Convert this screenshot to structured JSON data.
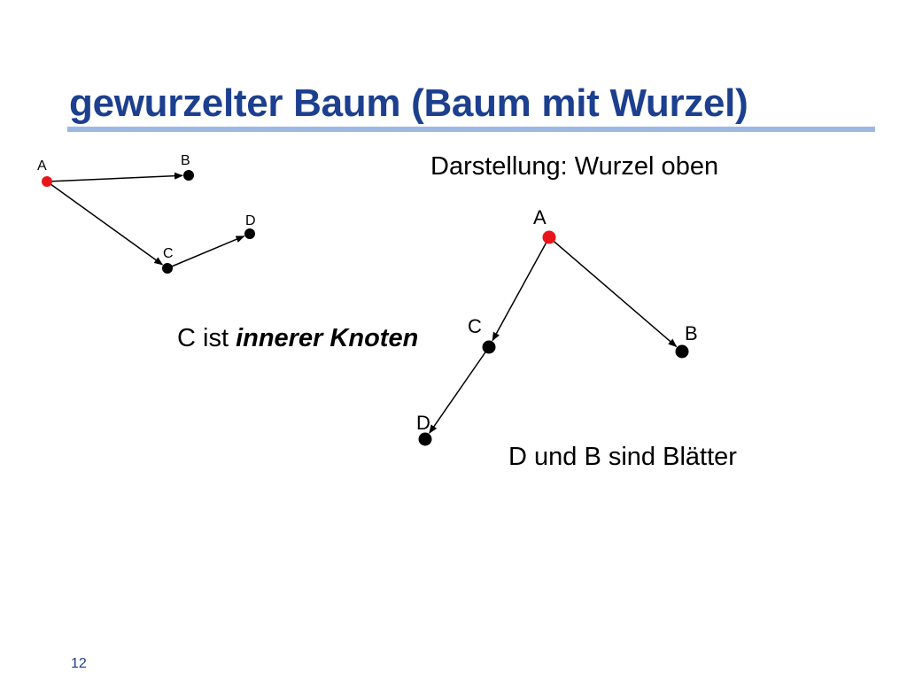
{
  "slide": {
    "title": "gewurzelter Baum (Baum mit Wurzel)",
    "page_number": "12"
  },
  "captions": {
    "representation": "Darstellung: Wurzel oben",
    "inner_prefix": "C ist ",
    "inner_emphasis": "innerer Knoten",
    "leaves": "D und B sind Blätter"
  },
  "colors": {
    "title": "#1c3f8f",
    "rule": "#9cb9e3",
    "root_node": "#e8161b",
    "node": "#000000"
  },
  "diagrams": {
    "unordered": {
      "nodes": [
        {
          "id": "A",
          "label": "A",
          "root": true
        },
        {
          "id": "B",
          "label": "B",
          "root": false
        },
        {
          "id": "C",
          "label": "C",
          "root": false
        },
        {
          "id": "D",
          "label": "D",
          "root": false
        }
      ],
      "edges": [
        {
          "from": "A",
          "to": "B"
        },
        {
          "from": "A",
          "to": "C"
        },
        {
          "from": "C",
          "to": "D"
        }
      ]
    },
    "rooted": {
      "nodes": [
        {
          "id": "A",
          "label": "A",
          "root": true
        },
        {
          "id": "C",
          "label": "C",
          "root": false
        },
        {
          "id": "B",
          "label": "B",
          "root": false
        },
        {
          "id": "D",
          "label": "D",
          "root": false
        }
      ],
      "edges": [
        {
          "from": "A",
          "to": "C"
        },
        {
          "from": "A",
          "to": "B"
        },
        {
          "from": "C",
          "to": "D"
        }
      ]
    }
  }
}
